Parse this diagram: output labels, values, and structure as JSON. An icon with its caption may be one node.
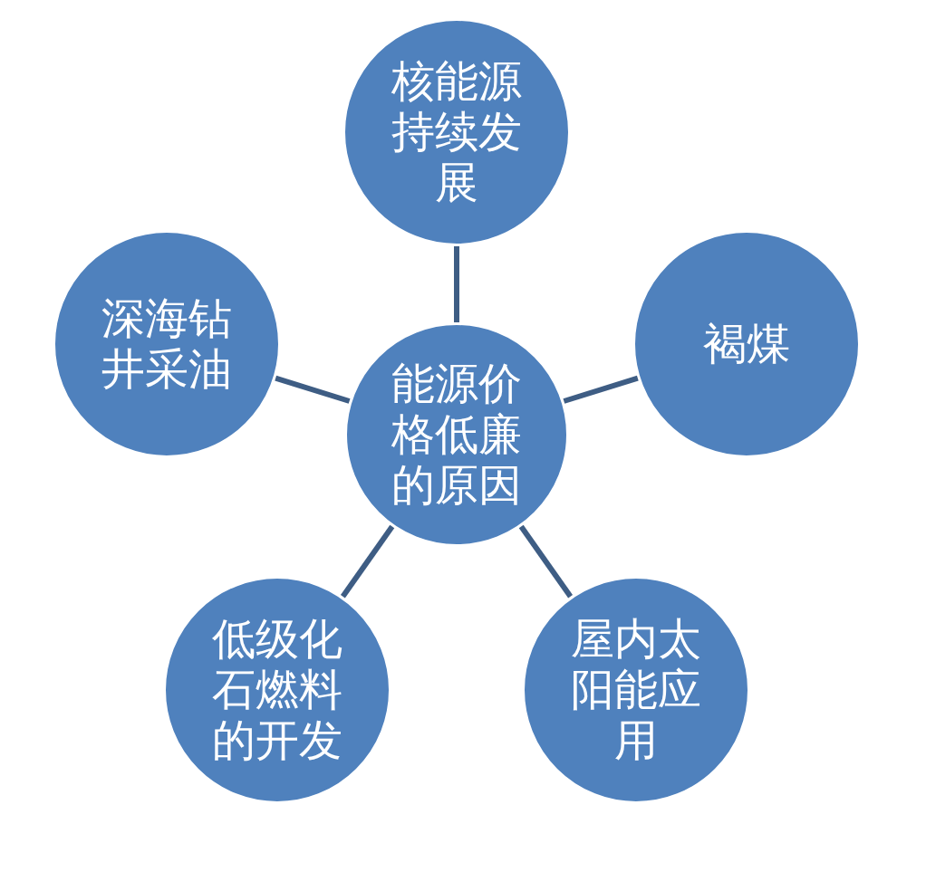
{
  "diagram": {
    "nodes": [
      {
        "text": [
          "核能源持续发展"
        ]
      },
      {
        "text": [
          "深海钻井采油"
        ]
      },
      {
        "text": [
          "褐煤"
        ]
      },
      {
        "text": [
          "能源价格低廉的原因"
        ]
      },
      {
        "text": [
          "低级化石燃料的开发"
        ]
      },
      {
        "text": [
          "屋内太阳能应用"
        ]
      }
    ],
    "edges": [
      {
        "from": 3,
        "to": 0,
        "arrow": "none"
      },
      {
        "from": 3,
        "to": 1,
        "arrow": "none"
      },
      {
        "from": 3,
        "to": 2,
        "arrow": "none"
      },
      {
        "from": 3,
        "to": 4,
        "arrow": "none"
      },
      {
        "from": 3,
        "to": 5,
        "arrow": "none"
      }
    ]
  }
}
